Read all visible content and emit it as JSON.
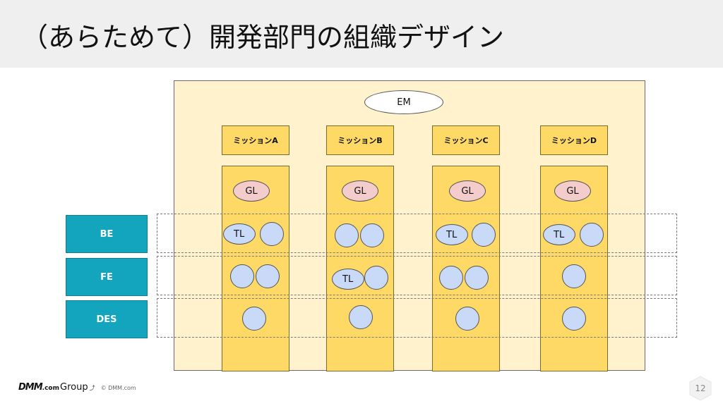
{
  "title": "（あらためて）開発部門の組織デザイン",
  "em_label": "EM",
  "missions": [
    {
      "label": "ミッションA",
      "gl": "GL",
      "be_tl": "TL",
      "fe_tl": ""
    },
    {
      "label": "ミッションB",
      "gl": "GL",
      "be_tl": "",
      "fe_tl": "TL"
    },
    {
      "label": "ミッションC",
      "gl": "GL",
      "be_tl": "TL",
      "fe_tl": ""
    },
    {
      "label": "ミッションD",
      "gl": "GL",
      "be_tl": "TL",
      "fe_tl": ""
    }
  ],
  "roles": [
    "BE",
    "FE",
    "DES"
  ],
  "colors": {
    "header_bg": "#efefef",
    "panel_bg": "#fff2cc",
    "mission_bg": "#ffd966",
    "gl_bg": "#f4cccc",
    "member_bg": "#c9daf8",
    "role_bg": "#12a5bd"
  },
  "footer": {
    "logo_brand": "DMM",
    "logo_suffix": ".com",
    "logo_group": "Group",
    "copyright": "© DMM.com"
  },
  "page_number": "12"
}
